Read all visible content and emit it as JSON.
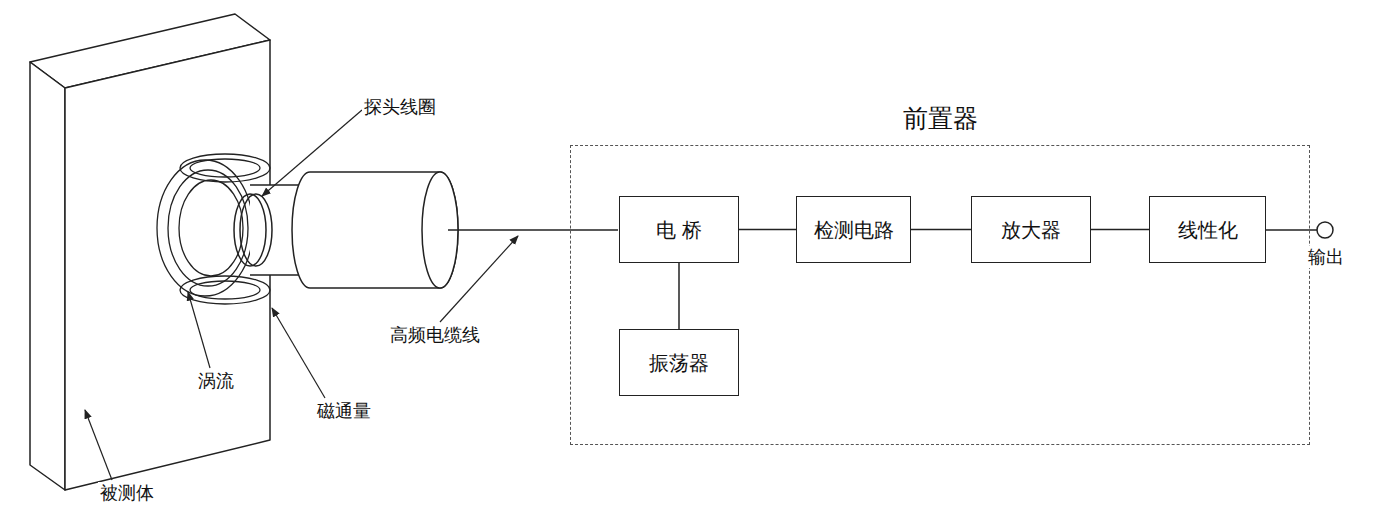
{
  "diagram": {
    "nodes": [
      {
        "text": [
          "前置器"
        ]
      },
      {
        "text": [
          "电 桥"
        ],
        "in": 0
      },
      {
        "text": [
          "振荡器"
        ],
        "in": 0
      },
      {
        "text": [
          "检测电路"
        ],
        "in": 0
      },
      {
        "text": [
          "放大器"
        ],
        "in": 0
      },
      {
        "text": [
          "线性化"
        ],
        "in": 0
      }
    ],
    "edges": [
      {
        "from": 1,
        "to": 3,
        "arrow": "none"
      },
      {
        "from": 3,
        "to": 4,
        "arrow": "none"
      },
      {
        "from": 4,
        "to": 5,
        "arrow": "none"
      },
      {
        "from": 2,
        "to": 1,
        "arrow": "none"
      }
    ],
    "labels": [
      "探头线圈",
      "涡流",
      "磁通量",
      "被测体",
      "高频电缆线",
      "输出"
    ]
  }
}
